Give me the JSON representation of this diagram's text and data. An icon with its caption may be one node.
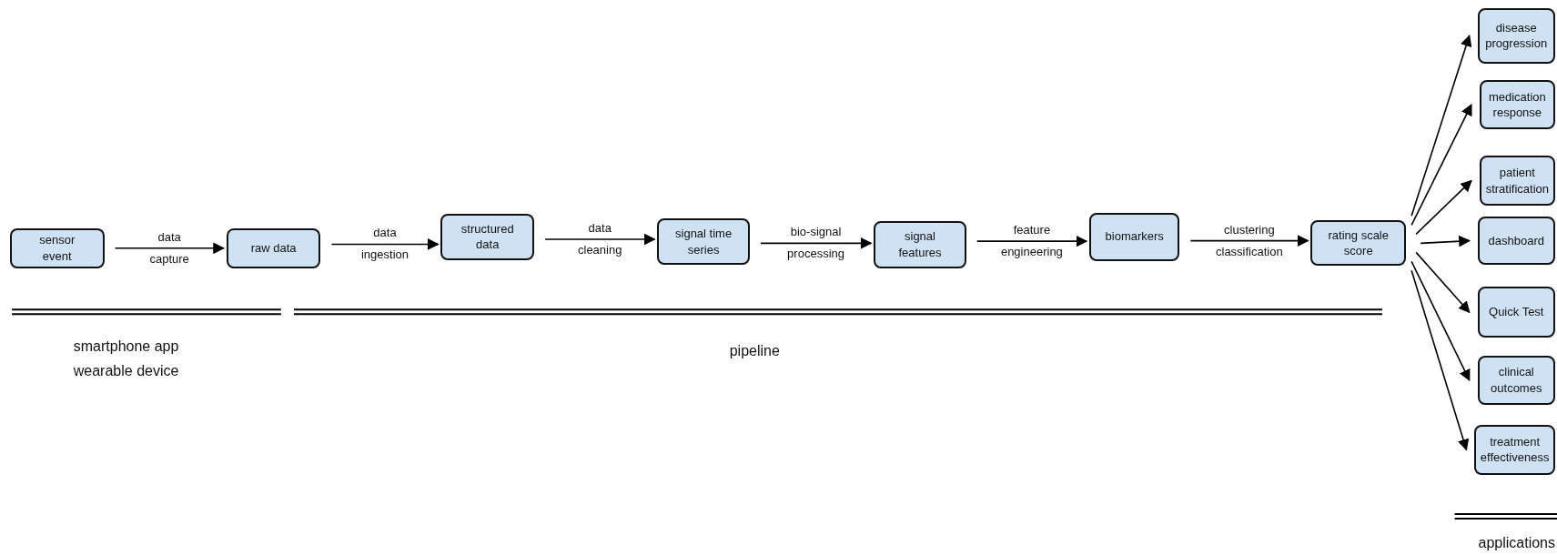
{
  "diagram": {
    "nodes": [
      {
        "text": [
          "sensor event"
        ]
      },
      {
        "text": [
          "raw data"
        ]
      },
      {
        "text": [
          "structured data"
        ]
      },
      {
        "text": [
          "signal time series"
        ]
      },
      {
        "text": [
          "signal features"
        ]
      },
      {
        "text": [
          "biomarkers"
        ]
      },
      {
        "text": [
          "rating scale score"
        ]
      },
      {
        "text": [
          "disease progression"
        ]
      },
      {
        "text": [
          "medication response"
        ]
      },
      {
        "text": [
          "patient stratification"
        ]
      },
      {
        "text": [
          "dashboard"
        ]
      },
      {
        "text": [
          "Quick Test"
        ]
      },
      {
        "text": [
          "clinical outcomes"
        ]
      },
      {
        "text": [
          "treatment effectiveness"
        ]
      }
    ],
    "edges": [
      {
        "from": 0,
        "to": 1,
        "arrow": "to",
        "label": "data capture"
      },
      {
        "from": 1,
        "to": 2,
        "arrow": "to",
        "label": "data ingestion"
      },
      {
        "from": 2,
        "to": 3,
        "arrow": "to",
        "label": "data cleaning"
      },
      {
        "from": 3,
        "to": 4,
        "arrow": "to",
        "label": "bio-signal processing"
      },
      {
        "from": 4,
        "to": 5,
        "arrow": "to",
        "label": "feature engineering"
      },
      {
        "from": 5,
        "to": 6,
        "arrow": "to",
        "label": "clustering classification"
      },
      {
        "from": 6,
        "to": 7,
        "arrow": "to"
      },
      {
        "from": 6,
        "to": 8,
        "arrow": "to"
      },
      {
        "from": 6,
        "to": 9,
        "arrow": "to"
      },
      {
        "from": 6,
        "to": 10,
        "arrow": "to"
      },
      {
        "from": 6,
        "to": 11,
        "arrow": "to"
      },
      {
        "from": 6,
        "to": 12,
        "arrow": "to"
      },
      {
        "from": 6,
        "to": 13,
        "arrow": "to"
      }
    ],
    "labels": [
      "smartphone app",
      "wearable device",
      "pipeline",
      "applications"
    ]
  }
}
